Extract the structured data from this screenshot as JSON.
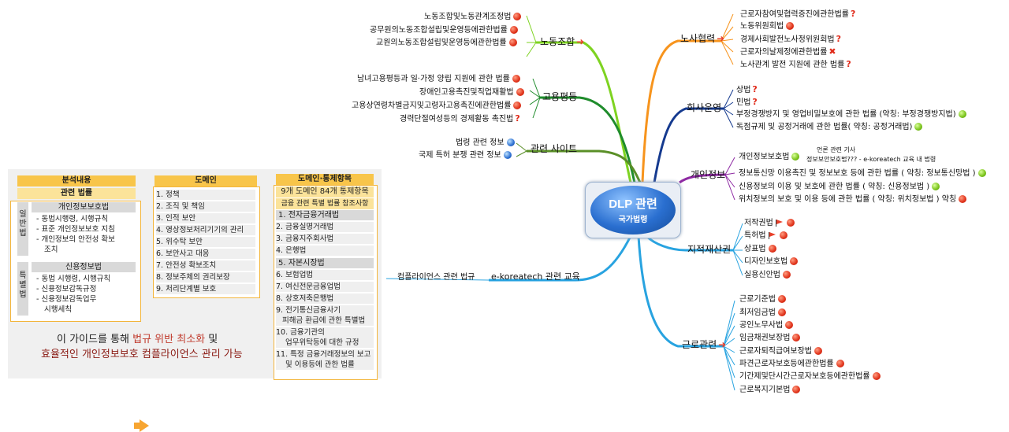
{
  "center": {
    "title": "DLP 관련",
    "subtitle": "국가법령"
  },
  "branches": {
    "labor_union": {
      "label": "노동조합",
      "items": [
        "노동조합및노동관계조정법",
        "공무원의노동조합설립및운영등에관한법률",
        "교원의노동조합설립및운영등에관한법률"
      ]
    },
    "equality": {
      "label": "고용평등",
      "items": [
        "남녀고용평등과 일·가정 양립 지원에 관한 법률",
        "장애인고용촉진및직업재활법",
        "고용상연령차별금지및고령자고용촉진에관한법률",
        "경력단절여성등의 경제활동 촉진법"
      ]
    },
    "sites": {
      "label": "관련 사이트",
      "items": [
        "법령 관련 정보",
        "국제 특허 분쟁 관련 정보"
      ]
    },
    "education": {
      "label": "e-koreatech 관련 교육",
      "items": [
        "컴플라이언스 관련 법규"
      ]
    },
    "labor_coop": {
      "label": "노사협력",
      "items": [
        "근로자참여및협력증진에관한법률",
        "노동위원회법",
        "경제사회발전노사정위원회법",
        "근로자의날제정에관한법률",
        "노사관계 발전 지원에 관한 법률"
      ]
    },
    "company": {
      "label": "회사운영",
      "items": [
        "상법",
        "민법",
        "부정경쟁방지 및 영업비밀보호에 관한 법률 (약칭: 부정경쟁방지법)",
        "독점규제 및 공정거래에 관한 법률( 약칭: 공정거래법)"
      ]
    },
    "privacy": {
      "label": "개인정보",
      "items": [
        "개인정보보호법",
        "정보통신망 이용촉진 및 정보보호 등에 관한 법률 ( 약칭: 정보통신망법 )",
        "신용정보의 이용 및 보호에 관한 법률 ( 약칭: 신용정보법 )",
        "위치정보의 보호 및 이용 등에 관한 법률 ( 약칭: 위치정보법 ) 약칭"
      ],
      "notes": [
        "언론 관련 기사",
        "정보보안보호법??? - e-koreatech 교육 내 법령"
      ]
    },
    "ip": {
      "label": "지적재산권",
      "items": [
        "저작권법",
        "특허법",
        "상표법",
        "디자인보호법",
        "실용신안법"
      ]
    },
    "labor_rel": {
      "label": "근로관련",
      "items": [
        "근로기준법",
        "최저임금법",
        "공인노무사법",
        "임금채권보장법",
        "근로자퇴직급여보장법",
        "파견근로자보호등에관한법률",
        "기간제및단시간근로자보호등에관한법률",
        "근로복지기본법"
      ]
    }
  },
  "panel": {
    "col1": {
      "header1": "분석내용",
      "header2": "관련 법률",
      "group1": {
        "side": "일반법",
        "title": "개인정보보호법",
        "items": [
          "- 동법시행령, 시행규칙",
          "- 표준 개인정보보호 지침",
          "- 개인정보의 안전성 확보",
          "조치"
        ]
      },
      "group2": {
        "side": "특별법",
        "title": "신용정보법",
        "items": [
          "- 동법 시행령, 시행규칙",
          "- 신용정보감독규정",
          "- 신용정보감독업무",
          "시행세칙"
        ]
      }
    },
    "col2": {
      "header": "도메인",
      "items": [
        "1. 정책",
        "2. 조직 및 책임",
        "3. 인적 보안",
        "4. 영상정보처리기기의 관리",
        "5. 위수탁 보안",
        "6. 보안사고 대응",
        "7. 안전성 확보조치",
        "8. 정보주체의 권리보장",
        "9. 처리단계별 보호"
      ]
    },
    "col3": {
      "header": "도메인·통제항목",
      "sub1": "9개 도메인 84개 통제항목",
      "sub2": "금융 관련 특별 법률 참조사항",
      "g1": "1.        전자금융거래법",
      "items1": [
        "2. 금융실명거래법",
        "3. 금융지주회사법",
        "4. 은행법"
      ],
      "g2": "5.        자본시장법",
      "items2": [
        "6. 보험업법",
        "7. 여신전문금융업법",
        "8. 상호저축은행법"
      ],
      "i9a": "9. 전기통신금융사기",
      "i9b": "피해금 환급에 관한 특별법",
      "i10a": "10. 금융기관의",
      "i10b": "업무위탁등에 대한 규정",
      "i11a": "11. 특정 금융거래정보의 보고",
      "i11b": "및 이용등에 관한 법률"
    },
    "note": {
      "l1a": "이 가이드를 통해 ",
      "l1b": "법규 위반 최소화",
      "l1c": " 및",
      "l2": "효율적인 개인정보보호 컴플라이언스 관리 가능"
    }
  }
}
